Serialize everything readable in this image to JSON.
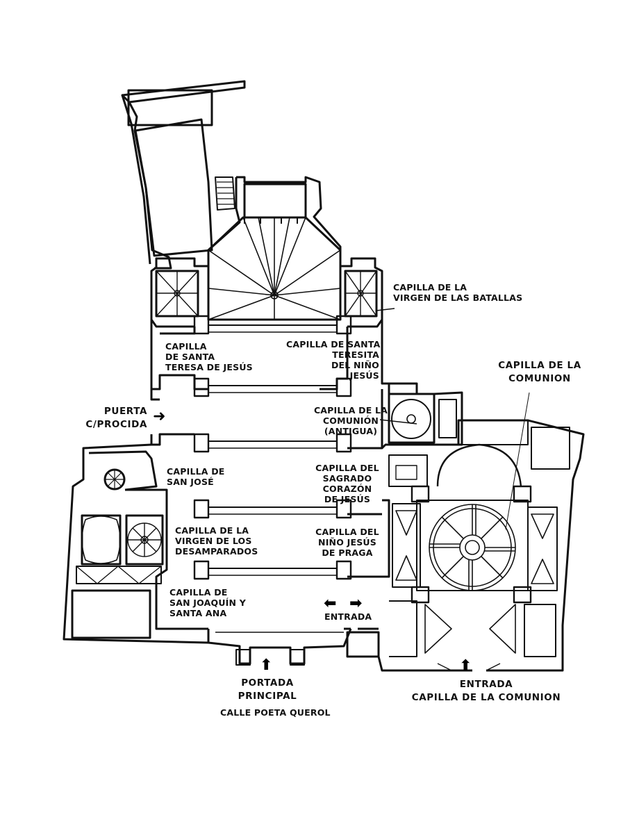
{
  "labels": {
    "capilla_batallas": "CAPILLA DE LA\nVIRGEN DE LAS BATALLAS",
    "capilla_santa_teresa": "CAPILLA\nDE SANTA\nTERESA DE JESÚS",
    "capilla_santa_teresita": "CAPILLA DE SANTA\nTERESITA\nDEL NIÑO\nJESÚS",
    "capilla_comunion_top": "CAPILLA DE LA\nCOMUNION",
    "puerta_procida": "PUERTA\nC/PROCIDA",
    "capilla_comunion_antigua": "CAPILLA DE LA\nCOMUNIÓN\n(ANTIGUA)",
    "capilla_san_jose": "CAPILLA DE\nSAN JOSÉ",
    "capilla_sagrado_corazon": "CAPILLA DEL\nSAGRADO\nCORAZÓN\nDE JESÚS",
    "capilla_desamparados": "CAPILLA DE LA\nVIRGEN DE LOS\nDESAMPARADOS",
    "capilla_nino_praga": "CAPILLA DEL\nNIÑO JESÚS\nDE PRAGA",
    "capilla_san_joaquin": "CAPILLA DE\nSAN JOAQUÍN Y\nSANTA ANA",
    "entrada": "ENTRADA",
    "portada_principal": "PORTADA\nPRINCIPAL",
    "entrada_comunion": "ENTRADA\nCAPILLA DE LA COMUNION",
    "calle": "CALLE POETA QUEROL"
  },
  "arrows": {
    "puerta": "➜",
    "entrada_left": "⬅",
    "entrada_right": "➡",
    "portada": "⬆",
    "comunion": "⬆"
  }
}
